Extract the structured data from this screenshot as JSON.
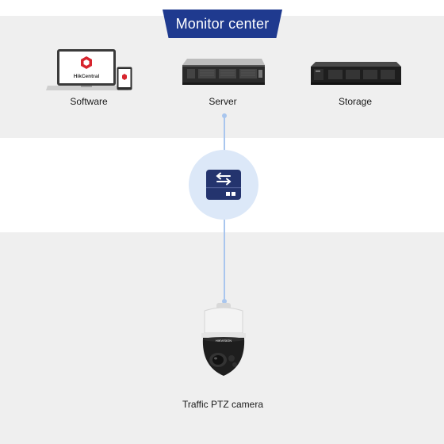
{
  "header": {
    "title": "Monitor center"
  },
  "devices": {
    "software": {
      "label": "Software",
      "logo_text": "HikCentral"
    },
    "server": {
      "label": "Server"
    },
    "storage": {
      "label": "Storage"
    },
    "camera": {
      "label": "Traffic PTZ camera",
      "brand_text": "HIKVISION"
    }
  },
  "colors": {
    "accent": "#1f3a8f",
    "switch_fill": "#24346e",
    "link": "#a9c6ee",
    "band": "#efefef",
    "logo_red": "#d7252e"
  },
  "icons": [
    "laptop-icon",
    "tablet-icon",
    "rack-server-icon",
    "nvr-storage-icon",
    "network-switch-icon",
    "ptz-camera-icon"
  ]
}
